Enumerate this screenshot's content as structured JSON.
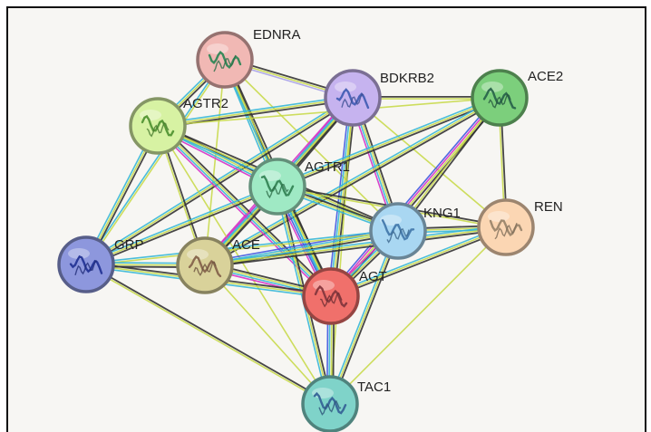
{
  "network": {
    "nodes": [
      {
        "id": "EDNRA",
        "label": "EDNRA",
        "color": "#f1b8b4",
        "protein": "#3a8a5c"
      },
      {
        "id": "BDKRB2",
        "label": "BDKRB2",
        "color": "#c6b3ef",
        "protein": "#4b63b8"
      },
      {
        "id": "ACE2",
        "label": "ACE2",
        "color": "#7ccf7c",
        "protein": "#2e6b4e"
      },
      {
        "id": "AGTR2",
        "label": "AGTR2",
        "color": "#d7f2a3",
        "protein": "#5a9a3a"
      },
      {
        "id": "AGTR1",
        "label": "AGTR1",
        "color": "#9fe9c4",
        "protein": "#3a8a5c"
      },
      {
        "id": "KNG1",
        "label": "KNG1",
        "color": "#a9d7f2",
        "protein": "#4a7fb0"
      },
      {
        "id": "REN",
        "label": "REN",
        "color": "#fbd6b3",
        "protein": "#a08a70"
      },
      {
        "id": "GRP",
        "label": "GRP",
        "color": "#8d97dd",
        "protein": "#2a3a9a"
      },
      {
        "id": "ACE",
        "label": "ACE",
        "color": "#d9d29a",
        "protein": "#8a6a50"
      },
      {
        "id": "AGT",
        "label": "AGT",
        "color": "#f0706b",
        "protein": "#8a3a40"
      },
      {
        "id": "TAC1",
        "label": "TAC1",
        "color": "#7fd3c9",
        "protein": "#3a6a9a"
      }
    ],
    "edge_colors": {
      "black": "#333333",
      "yellow_green": "#c5d842",
      "cyan": "#36b7d6",
      "magenta": "#d533c6",
      "blue": "#3f58e0",
      "lavender": "#a7a2e8"
    }
  }
}
